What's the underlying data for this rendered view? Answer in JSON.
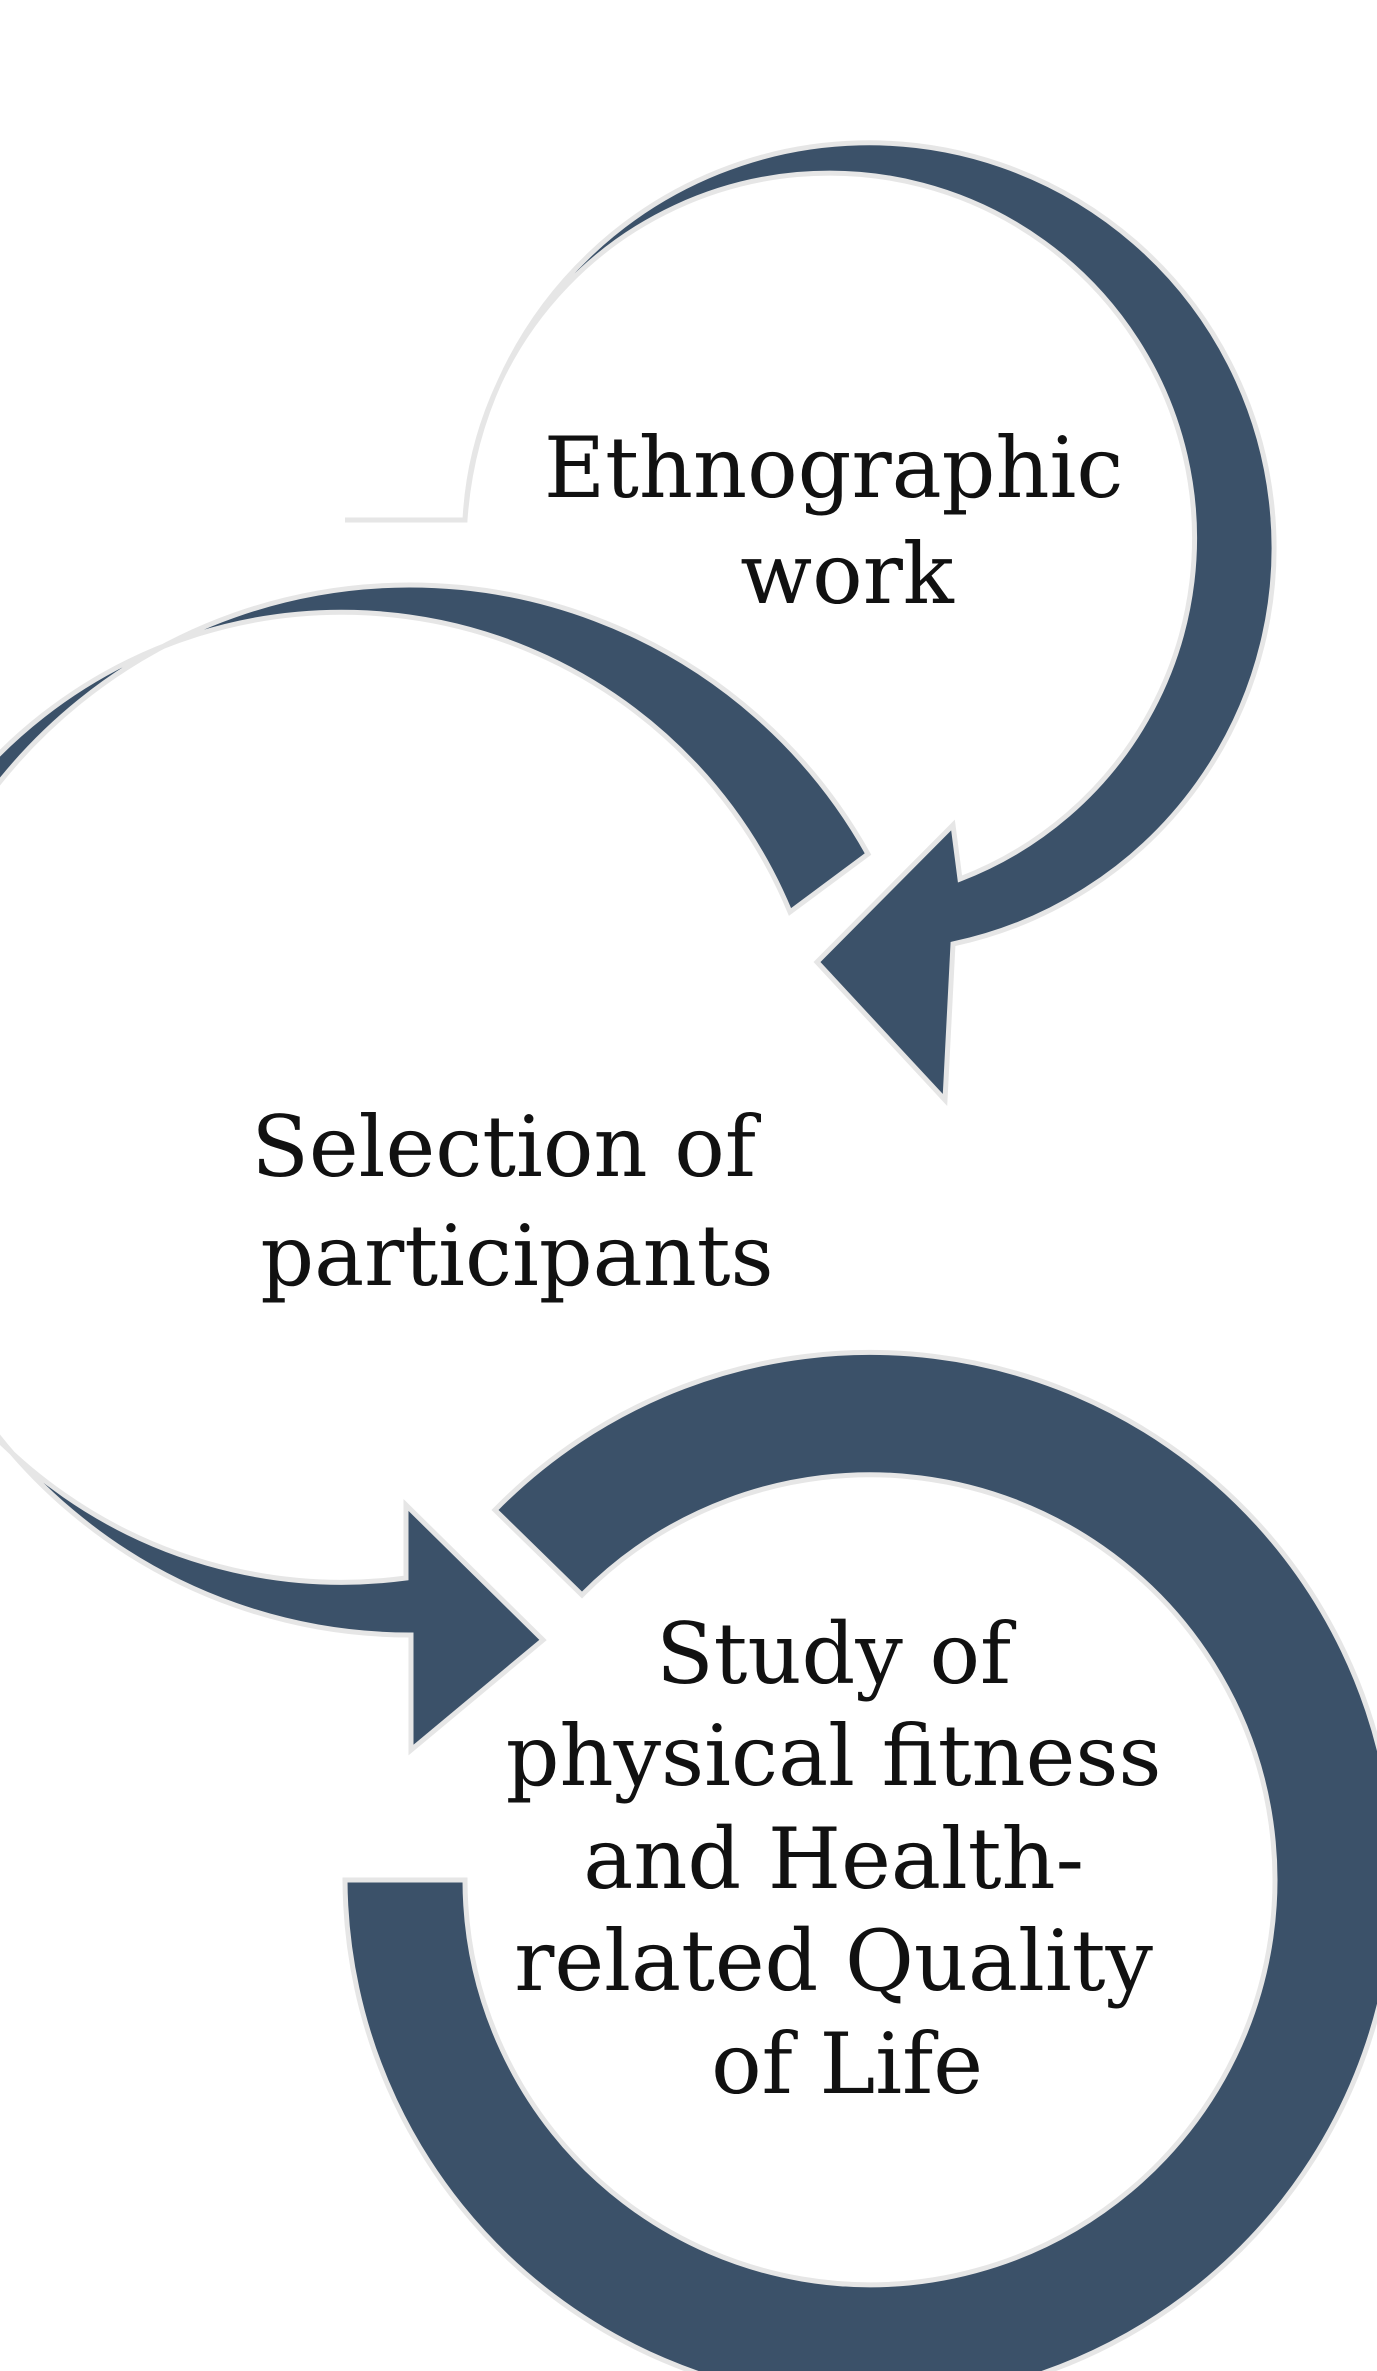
{
  "diagram": {
    "steps": [
      {
        "lines": [
          "Ethnographic",
          "work"
        ]
      },
      {
        "lines": [
          "Selection of",
          "participants"
        ]
      },
      {
        "lines": [
          "Study of",
          "physical fitness",
          "and Health-",
          "related Quality",
          "of Life"
        ]
      }
    ],
    "colors": {
      "arrow_fill": "#3b5169",
      "arrow_outline": "#e6e6e6",
      "text": "#111111"
    }
  }
}
